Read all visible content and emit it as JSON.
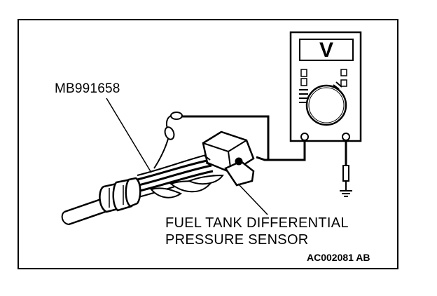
{
  "labels": {
    "tool": "MB991658",
    "sensor_line1": "FUEL TANK DIFFERENTIAL",
    "sensor_line2": "PRESSURE SENSOR",
    "figure_code": "AC002081 AB"
  },
  "meter": {
    "display_symbol": "V"
  },
  "colors": {
    "ink": "#000000",
    "background": "#ffffff"
  }
}
